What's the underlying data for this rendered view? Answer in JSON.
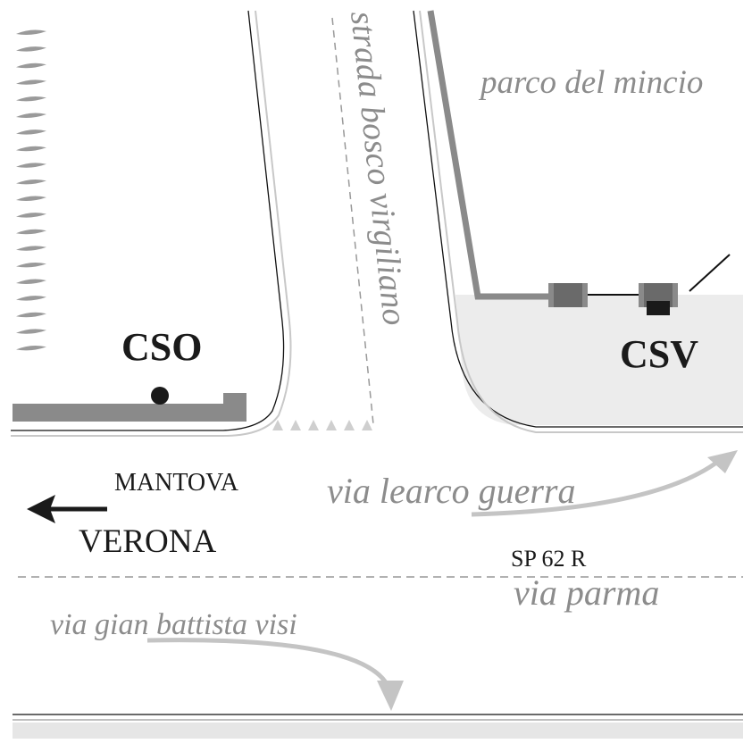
{
  "labels": {
    "parco": "parco del mincio",
    "strada": "strada bosco virgiliano",
    "cso": "CSO",
    "csv": "CSV",
    "mantova": "MANTOVA",
    "verona": "VERONA",
    "via_learco": "via learco guerra",
    "sp62": "SP 62 R",
    "via_parma": "via parma",
    "via_gian": "via gian battista visi"
  },
  "colors": {
    "road_gray": "#8a8a8a",
    "light_gray": "#c8c8c8",
    "area_fill": "#ececec",
    "text_gray": "#8c8c8c",
    "dark": "#1a1a1a"
  }
}
